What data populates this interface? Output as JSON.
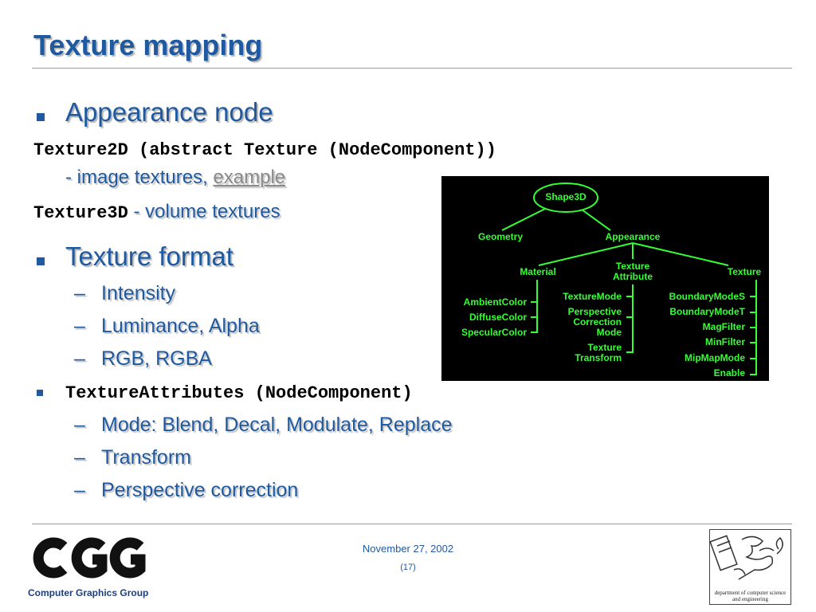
{
  "title": "Texture mapping",
  "bullets": {
    "appearance_node": "Appearance node",
    "texture2d_code": "Texture2D (abstract Texture (NodeComponent))",
    "image_textures": "- image textures, ",
    "example_link": "example",
    "texture3d_code": "Texture3D",
    "volume_textures": " - volume textures",
    "texture_format": "Texture format",
    "format_items": [
      "Intensity",
      "Luminance, Alpha",
      "RGB, RGBA"
    ],
    "texture_attributes_code": "TextureAttributes (NodeComponent)",
    "attribute_items": [
      "Mode: Blend, Decal, Modulate, Replace",
      "Transform",
      "Perspective correction"
    ]
  },
  "diagram": {
    "root": "Shape3D",
    "geometry": "Geometry",
    "appearance": "Appearance",
    "material": "Material",
    "texture_attribute": [
      "Texture",
      "Attribute"
    ],
    "texture": "Texture",
    "material_items": [
      "AmbientColor",
      "DiffuseColor",
      "SpecularColor"
    ],
    "texattr_items": [
      "TextureMode",
      "Perspective",
      "Correction",
      "Mode",
      "Texture",
      "Transform"
    ],
    "texture_items": [
      "BoundaryModeS",
      "BoundaryModeT",
      "MagFilter",
      "MinFilter",
      "MipMapMode",
      "Enable"
    ]
  },
  "footer": {
    "date": "November 27, 2002",
    "page": "(17)",
    "group": "Computer Graphics Group",
    "dept_line1": "department of computer science",
    "dept_line2": "and engineering"
  },
  "colors": {
    "accent": "#1f5aa0",
    "diagram_fg": "#33ff33",
    "diagram_bg": "#000000"
  }
}
